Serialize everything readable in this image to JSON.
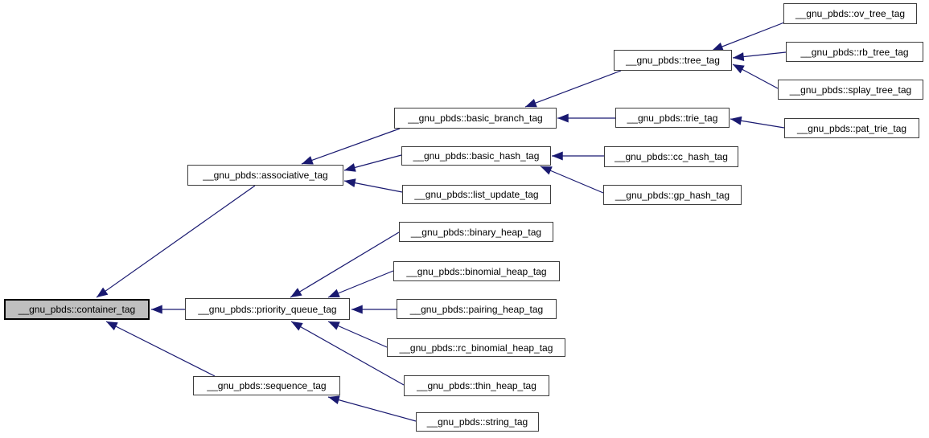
{
  "diagram": {
    "kind": "inheritance-graph",
    "background_color": "#ffffff",
    "arrow_color": "#191970",
    "node_border_color": "#3d3d3d",
    "selected_node_fill": "#bfbfbf",
    "selected_node_id": "container_tag",
    "nodes": {
      "container_tag": {
        "label": "__gnu_pbds::container_tag",
        "selected": true
      },
      "associative_tag": {
        "label": "__gnu_pbds::associative_tag"
      },
      "priority_queue_tag": {
        "label": "__gnu_pbds::priority_queue_tag"
      },
      "sequence_tag": {
        "label": "__gnu_pbds::sequence_tag"
      },
      "basic_branch_tag": {
        "label": "__gnu_pbds::basic_branch_tag"
      },
      "basic_hash_tag": {
        "label": "__gnu_pbds::basic_hash_tag"
      },
      "list_update_tag": {
        "label": "__gnu_pbds::list_update_tag"
      },
      "binary_heap_tag": {
        "label": "__gnu_pbds::binary_heap_tag"
      },
      "binomial_heap_tag": {
        "label": "__gnu_pbds::binomial_heap_tag"
      },
      "pairing_heap_tag": {
        "label": "__gnu_pbds::pairing_heap_tag"
      },
      "rc_binomial_heap_tag": {
        "label": "__gnu_pbds::rc_binomial_heap_tag"
      },
      "thin_heap_tag": {
        "label": "__gnu_pbds::thin_heap_tag"
      },
      "string_tag": {
        "label": "__gnu_pbds::string_tag"
      },
      "tree_tag": {
        "label": "__gnu_pbds::tree_tag"
      },
      "trie_tag": {
        "label": "__gnu_pbds::trie_tag"
      },
      "cc_hash_tag": {
        "label": "__gnu_pbds::cc_hash_tag"
      },
      "gp_hash_tag": {
        "label": "__gnu_pbds::gp_hash_tag"
      },
      "ov_tree_tag": {
        "label": "__gnu_pbds::ov_tree_tag"
      },
      "rb_tree_tag": {
        "label": "__gnu_pbds::rb_tree_tag"
      },
      "splay_tree_tag": {
        "label": "__gnu_pbds::splay_tree_tag"
      },
      "pat_trie_tag": {
        "label": "__gnu_pbds::pat_trie_tag"
      }
    },
    "edges": [
      {
        "from": "ov_tree_tag",
        "to": "tree_tag"
      },
      {
        "from": "rb_tree_tag",
        "to": "tree_tag"
      },
      {
        "from": "splay_tree_tag",
        "to": "tree_tag"
      },
      {
        "from": "tree_tag",
        "to": "basic_branch_tag"
      },
      {
        "from": "trie_tag",
        "to": "basic_branch_tag"
      },
      {
        "from": "pat_trie_tag",
        "to": "trie_tag"
      },
      {
        "from": "basic_branch_tag",
        "to": "associative_tag"
      },
      {
        "from": "basic_hash_tag",
        "to": "associative_tag"
      },
      {
        "from": "list_update_tag",
        "to": "associative_tag"
      },
      {
        "from": "cc_hash_tag",
        "to": "basic_hash_tag"
      },
      {
        "from": "gp_hash_tag",
        "to": "basic_hash_tag"
      },
      {
        "from": "associative_tag",
        "to": "container_tag"
      },
      {
        "from": "priority_queue_tag",
        "to": "container_tag"
      },
      {
        "from": "sequence_tag",
        "to": "container_tag"
      },
      {
        "from": "binary_heap_tag",
        "to": "priority_queue_tag"
      },
      {
        "from": "binomial_heap_tag",
        "to": "priority_queue_tag"
      },
      {
        "from": "pairing_heap_tag",
        "to": "priority_queue_tag"
      },
      {
        "from": "rc_binomial_heap_tag",
        "to": "priority_queue_tag"
      },
      {
        "from": "thin_heap_tag",
        "to": "priority_queue_tag"
      },
      {
        "from": "string_tag",
        "to": "sequence_tag"
      }
    ]
  }
}
